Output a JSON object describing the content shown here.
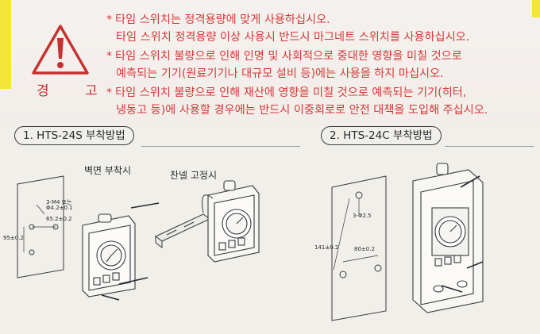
{
  "warning": {
    "label": "경  고",
    "lines": [
      "타임 스위치는 정격용량에 맞게 사용하십시오.",
      "타임 스위치 정격용량 이상 사용시 반드시 마그네트 스위치를 사용하십시오.",
      "타임 스위치 불량으로 인해 인명 및 사회적으로 중대한 영향을 미칠 것으로",
      "예측되는 기기(원료기기나 대규모 설비 등)에는 사용을 하지 마십시오.",
      "타임 스위치 불량으로 인해 재산에 영향을 미칠 것으로 예측되는 기기(히터,",
      "냉동고 등)에 사용할 경우에는 반드시 이중회로로 안전 대책을 도입해 주십시오."
    ]
  },
  "section1": {
    "title": "1. HTS-24S 부착방법",
    "caption_wall": "벽면 부착시",
    "caption_rail": "찬넬 고정시",
    "dims": {
      "screw": "3-M4 또는",
      "hole": "Φ4.2±0.1",
      "width": "65.2±0.2",
      "height": "95±0.2"
    }
  },
  "section2": {
    "title": "2. HTS-24C 부착방법",
    "dims": {
      "holes": "3-Φ2.5",
      "height": "141±0.2",
      "width": "80±0.2"
    }
  },
  "colors": {
    "warning_red": "#d33a3a",
    "ink": "#2b2b33",
    "paper": "#f1efe9"
  }
}
